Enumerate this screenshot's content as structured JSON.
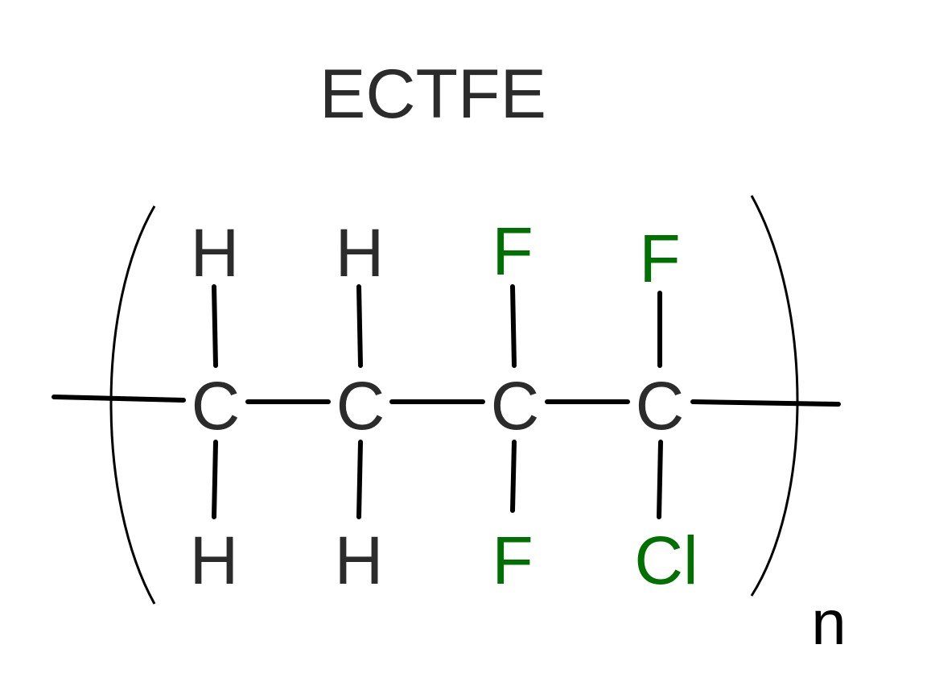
{
  "title": "ECTFE",
  "colors": {
    "carbon_hydrogen": "#2b2b2b",
    "halogen": "#007000",
    "bond": "#000000",
    "background": "#ffffff"
  },
  "repeat_subscript": "n",
  "units": [
    {
      "top": "H",
      "center": "C",
      "bottom": "H",
      "top_color": "carbon_hydrogen",
      "bottom_color": "carbon_hydrogen"
    },
    {
      "top": "H",
      "center": "C",
      "bottom": "H",
      "top_color": "carbon_hydrogen",
      "bottom_color": "carbon_hydrogen"
    },
    {
      "top": "F",
      "center": "C",
      "bottom": "F",
      "top_color": "halogen",
      "bottom_color": "halogen"
    },
    {
      "top": "F",
      "center": "C",
      "bottom": "Cl",
      "top_color": "halogen",
      "bottom_color": "halogen"
    }
  ]
}
